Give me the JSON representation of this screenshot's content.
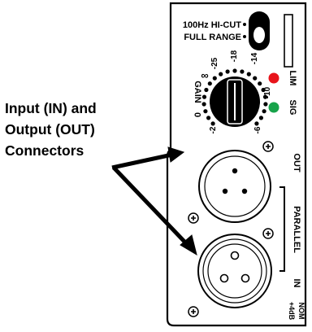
{
  "callout": {
    "lines": [
      "Input (IN) and",
      "Output (OUT)",
      "Connectors"
    ]
  },
  "panel": {
    "switch_top_label": "100Hz HI-CUT",
    "switch_bottom_label": "FULL RANGE",
    "gain_label": "GAIN",
    "gain_scale": [
      "∞",
      "-25",
      "-18",
      "-14",
      "-10",
      "-6",
      "-2",
      "0"
    ],
    "lim_label": "LIM",
    "sig_label": "SIG",
    "out_label": "OUT",
    "parallel_label": "PARALLEL",
    "in_label": "IN",
    "nom_label": "NOM",
    "level_label": "+4dB"
  },
  "colors": {
    "lim_led": "#e8141b",
    "sig_led": "#17a34a",
    "panel": "#ffffff",
    "ink": "#000000"
  }
}
